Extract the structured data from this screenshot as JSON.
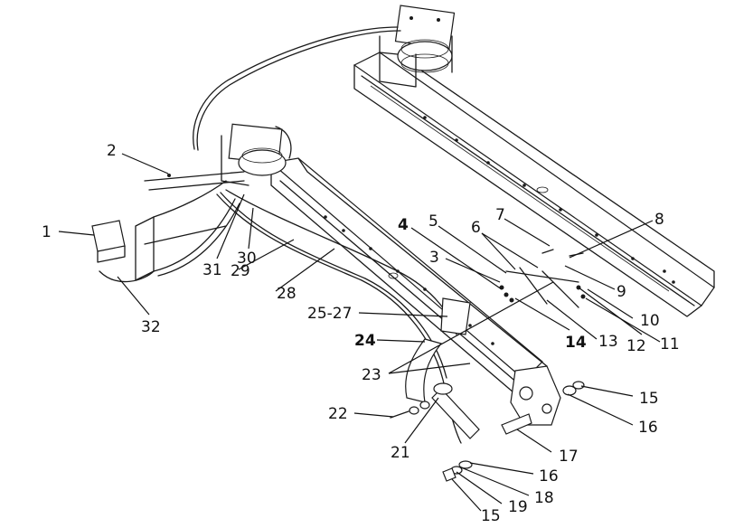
{
  "callouts": [
    "1",
    "2",
    "3",
    "4",
    "5",
    "6",
    "7",
    "8",
    "9",
    "10",
    "11",
    "12",
    "13",
    "14",
    "15",
    "16",
    "17",
    "15",
    "16",
    "18",
    "19",
    "21",
    "22",
    "23",
    "24",
    "25-27",
    "28",
    "29",
    "30",
    "31",
    "32"
  ]
}
